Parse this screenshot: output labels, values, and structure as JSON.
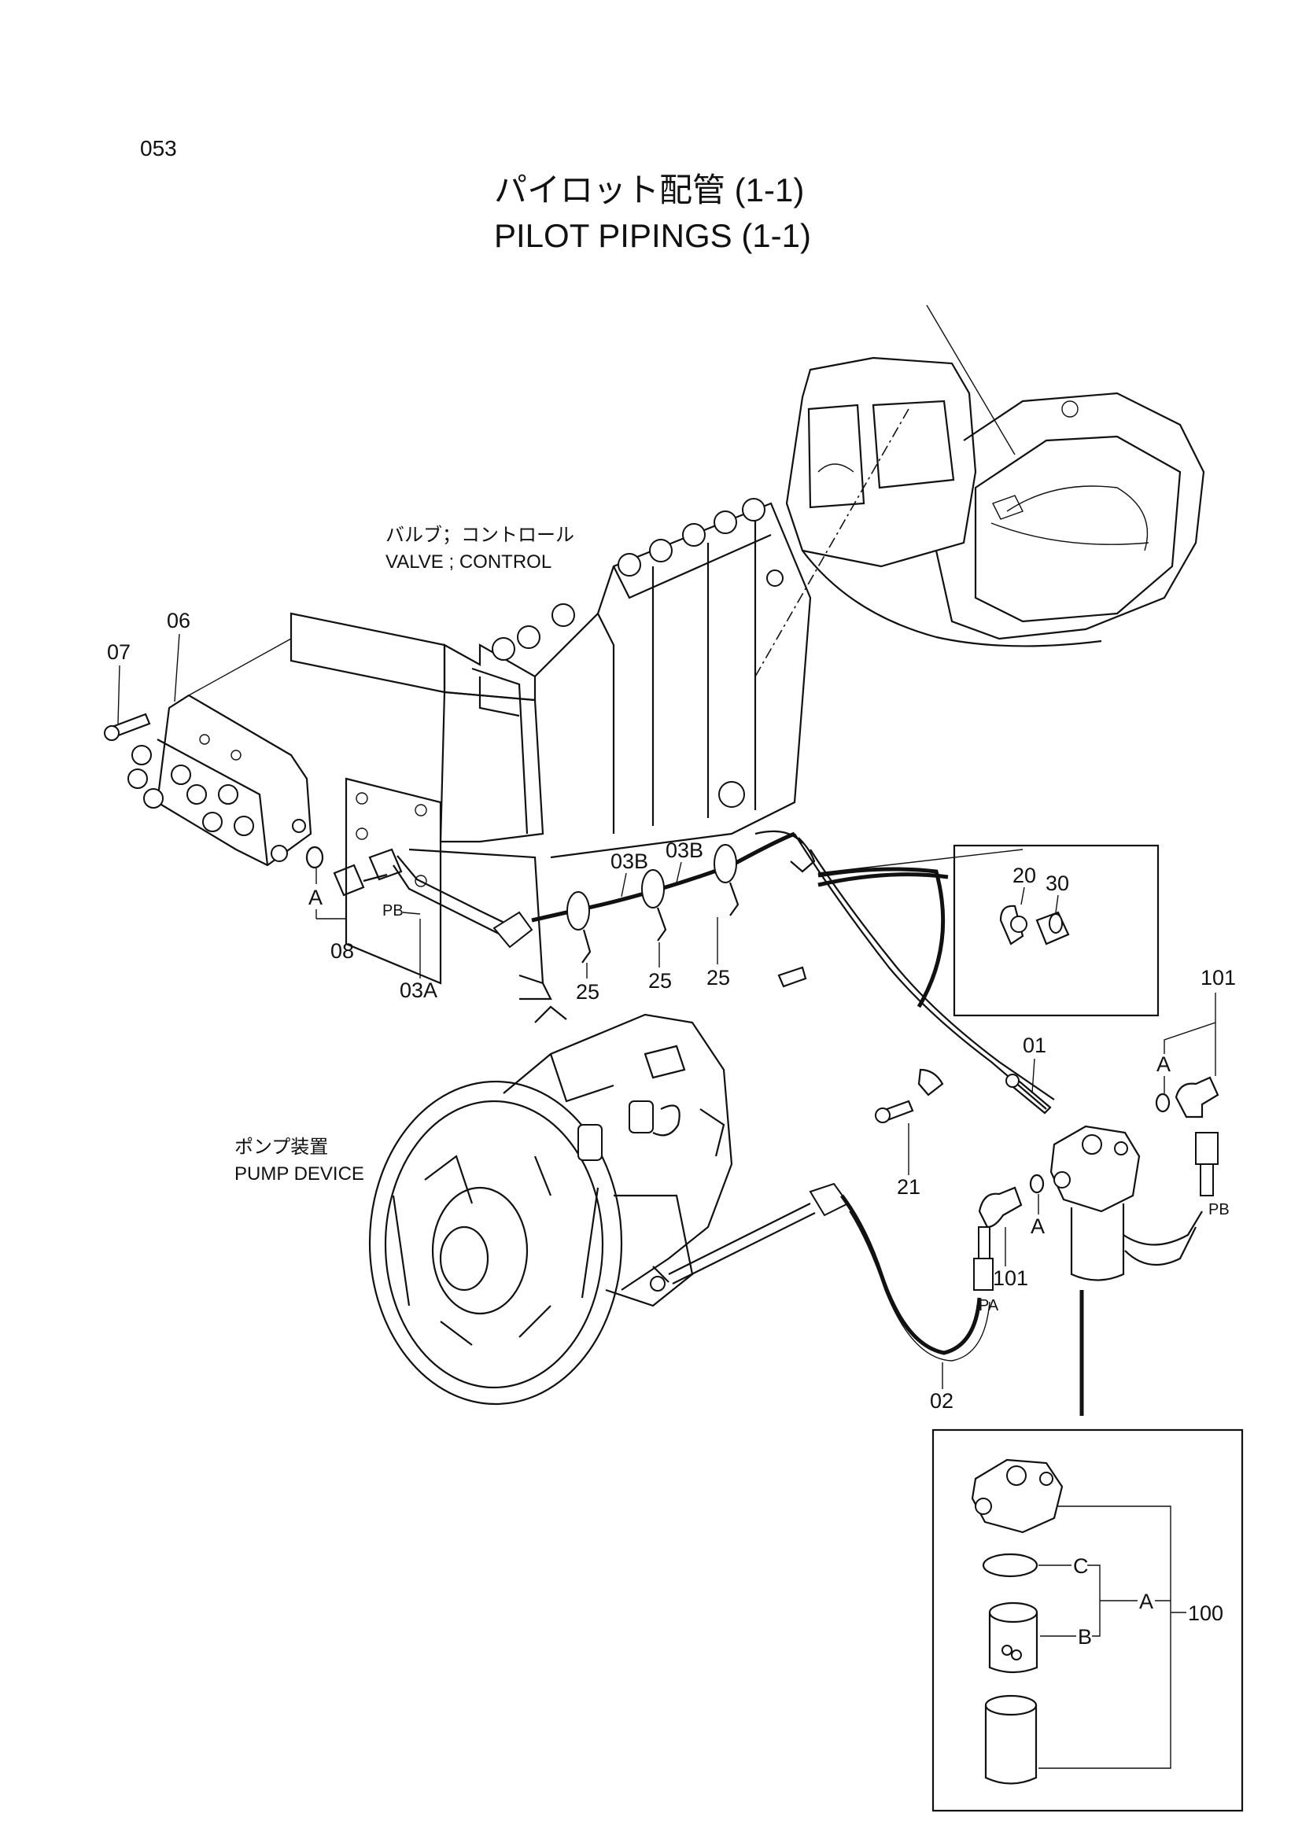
{
  "page": {
    "number": "053",
    "title_jp": "パイロット配管 (1-1)",
    "title_en": "PILOT PIPINGS (1-1)"
  },
  "components": {
    "valve_jp": "バルブ；コントロール",
    "valve_en": "VALVE ; CONTROL",
    "pump_jp": "ポンプ装置",
    "pump_en": "PUMP DEVICE"
  },
  "parts": {
    "p07": "07",
    "p06": "06",
    "p08": "08",
    "p03a": "03A",
    "p03b_1": "03B",
    "p03b_2": "03B",
    "p25_1": "25",
    "p25_2": "25",
    "p25_3": "25",
    "p20": "20",
    "p30": "30",
    "p101_top": "101",
    "p01": "01",
    "p21": "21",
    "p101_bottom": "101",
    "p02": "02",
    "p100": "100"
  },
  "ports": {
    "pb_left": "PB",
    "pb_right": "PB",
    "pa": "PA"
  },
  "callouts": {
    "a_left": "A",
    "a_right_top": "A",
    "a_right_mid": "A",
    "a_filter": "A",
    "b_filter": "B",
    "c_filter": "C"
  }
}
